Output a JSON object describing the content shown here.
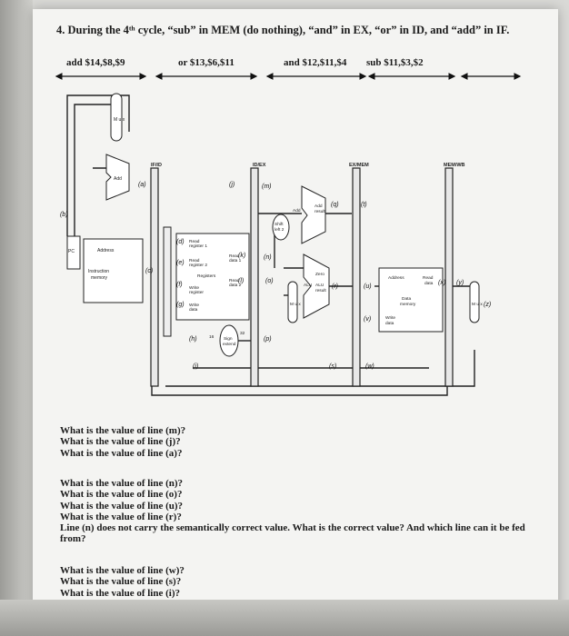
{
  "question": {
    "title": "4. During the 4ᵗʰ cycle, “sub” in MEM (do nothing), “and” in EX, “or” in ID, and “add” in IF."
  },
  "instructions": [
    {
      "text": "add $14,$8,$9"
    },
    {
      "text": "or $13,$6,$11"
    },
    {
      "text": "and $12,$11,$4"
    },
    {
      "text": "sub $11,$3,$2"
    }
  ],
  "diagram": {
    "pipeline_registers": [
      "IF/ID",
      "ID/EX",
      "EX/MEM",
      "MEM/WB"
    ],
    "units": {
      "pc": "PC",
      "add_left": "Add",
      "address": "Address",
      "instruction_memory": [
        "Instruction",
        "memory"
      ],
      "read_register_1": [
        "Read",
        "register 1"
      ],
      "read_register_2": [
        "Read",
        "register 2"
      ],
      "registers": "Registers",
      "write_register": [
        "Write",
        "register"
      ],
      "write_data": [
        "Write",
        "data"
      ],
      "read_data_1": [
        "Read",
        "data 1"
      ],
      "read_data_2": [
        "Read",
        "data 2"
      ],
      "sign_extend": [
        "Sign",
        "extend"
      ],
      "shift_left": [
        "Shift",
        "left 2"
      ],
      "add_right": "Add",
      "add_result": [
        "Add",
        "result"
      ],
      "alu": "ALU",
      "zero": "Zero",
      "alu_result": [
        "ALU",
        "result"
      ],
      "data_memory": [
        "Data",
        "memory"
      ],
      "dm_address": "Address",
      "dm_read_data": [
        "Read",
        "data"
      ],
      "dm_write_data": [
        "Write",
        "data"
      ],
      "mux": "M u x",
      "sixteen": "16",
      "thirtytwo": "32"
    },
    "line_labels": {
      "a": "(a)",
      "b": "(b)",
      "c": "(c)",
      "d": "(d)",
      "e": "(e)",
      "f": "(f)",
      "g": "(g)",
      "h": "(h)",
      "i": "(i)",
      "j": "(j)",
      "k": "(k)",
      "l": "(l)",
      "m": "(m)",
      "n": "(n)",
      "o": "(o)",
      "p": "(p)",
      "q": "(q)",
      "r": "(r)",
      "s": "(s)",
      "t": "(t)",
      "u": "(u)",
      "v": "(v)",
      "w": "(w)",
      "x": "(x)",
      "y": "(y)",
      "z": "(z)"
    }
  },
  "questions_group1": [
    "What is the value of line (m)?",
    "What is the value of line (j)?",
    "What is the value of line (a)?"
  ],
  "questions_group2": [
    "What is the value of line (n)?",
    "What is the value of line (o)?",
    "What is the value of line (u)?",
    "What is the value of line (r)?",
    "Line (n) does not carry the semantically correct value. What is the correct value? And which line can it be fed from?"
  ],
  "questions_group3": [
    "What is the value of line (w)?",
    "What is the value of line (s)?",
    "What is the value of line (i)?"
  ]
}
